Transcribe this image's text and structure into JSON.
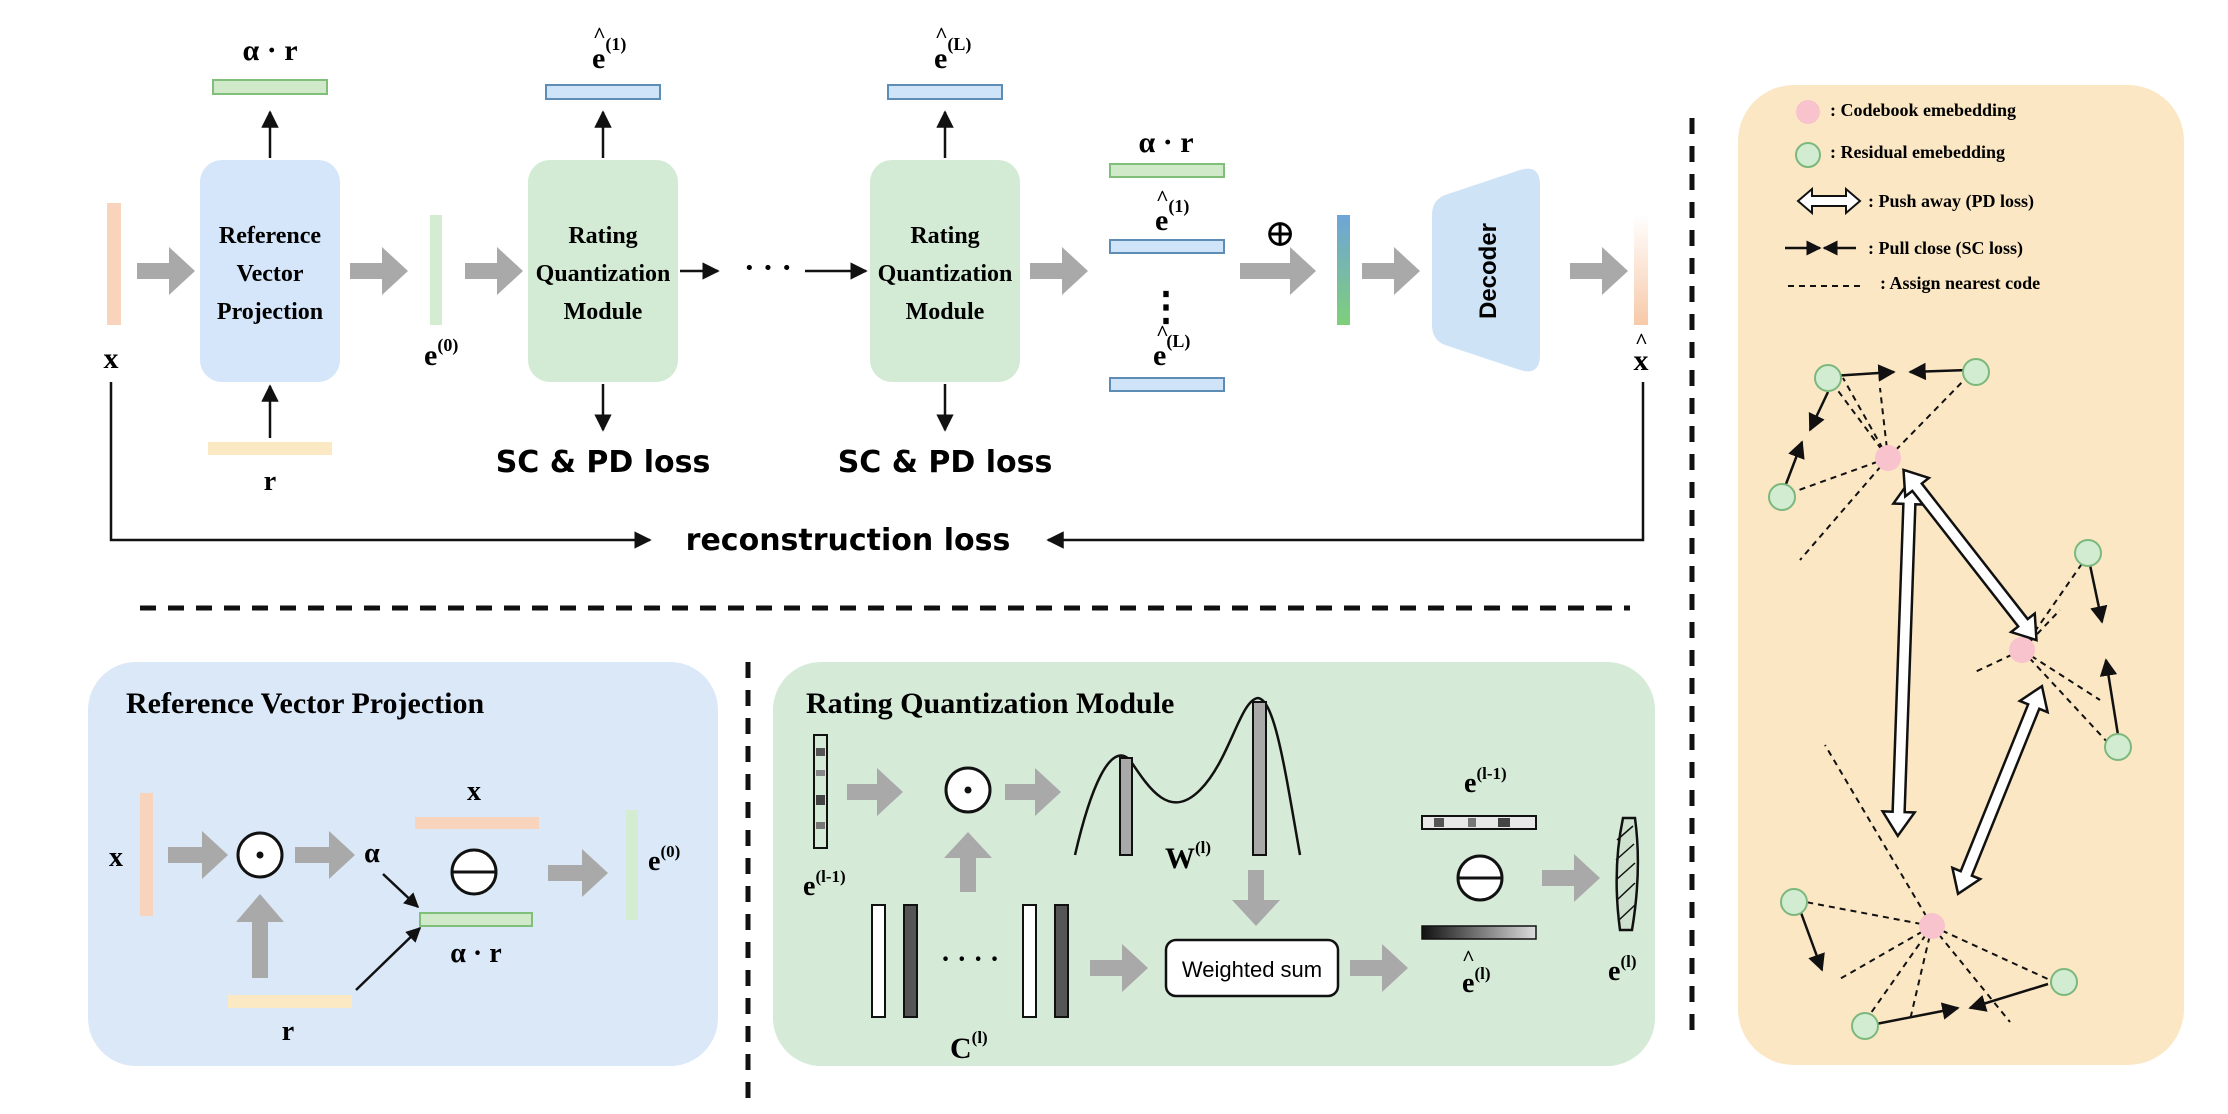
{
  "colors": {
    "blue_panel": "#dbe8f8",
    "green_panel": "#d6ead8",
    "legend_panel": "#fbe7c4",
    "module_blue": "#d5e6fb",
    "module_green": "#d3ebd4",
    "bar_green_fill": "#cfe9c9",
    "bar_green_stroke": "#7fbf7a",
    "bar_blue_fill": "#cfe4f8",
    "bar_blue_stroke": "#5d8db5",
    "bar_peach": "#f9d9c2",
    "bar_yellow": "#fbe9c4",
    "gray_arrow": "#a9a9a9",
    "pink_node": "#f8c3cc",
    "green_node_fill": "#d2ecd2",
    "green_node_stroke": "#7cb87d"
  },
  "top": {
    "x_label": "x",
    "r_label": "r",
    "alpha_r_label": "α · r",
    "rvp_lines": [
      "Reference",
      "Vector",
      "Projection"
    ],
    "rqm_lines": [
      "Rating",
      "Quantization",
      "Module"
    ],
    "e0_base": "e",
    "e0_sup": "(0)",
    "ehat1_base": "e",
    "ehat1_sup": "(1)",
    "ehatL_base": "e",
    "ehatL_sup": "(L)",
    "hat_mark": "^",
    "dots": "· · ·",
    "vdots": "⋮",
    "oplus": "⊕",
    "loss_label": "SC & PD loss",
    "decoder_label": "Decoder",
    "xhat_label": "x",
    "recon_label": "reconstruction loss"
  },
  "rvp_panel": {
    "title": "Reference Vector Projection",
    "x_label": "x",
    "alpha_label": "α",
    "r_label": "r",
    "alpha_r_label": "α · r",
    "odot": "⊙",
    "ominus": "⊖",
    "e0_base": "e",
    "e0_sup": "(0)",
    "top_x_label": "x"
  },
  "rqm_panel": {
    "title": "Rating Quantization Module",
    "el1_base": "e",
    "el1_sup": "(l-1)",
    "odot": "⊙",
    "w_base": "W",
    "w_sup": "(l)",
    "c_base": "C",
    "c_sup": "(l)",
    "dots": "· · · ·",
    "weighted_sum": "Weighted sum",
    "el1r_base": "e",
    "el1r_sup": "(l-1)",
    "ominus": "⊖",
    "ehat_base": "e",
    "ehat_sup": "(l)",
    "el_base": "e",
    "el_sup": "(l)"
  },
  "legend": {
    "items": [
      {
        "label": ": Codebook emebedding"
      },
      {
        "label": ": Residual emebedding"
      },
      {
        "label": ": Push away (PD loss)"
      },
      {
        "label": ": Pull close (SC loss)"
      },
      {
        "label": ": Assign nearest code"
      }
    ]
  }
}
